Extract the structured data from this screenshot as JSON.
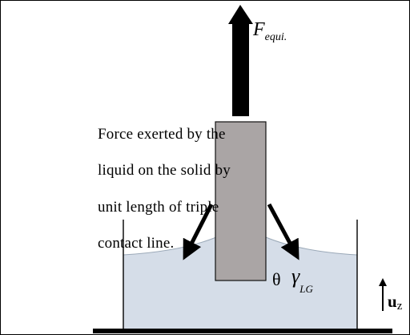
{
  "caption": {
    "line1": "Force exerted by the",
    "line2": "liquid on the solid by",
    "line3": "unit length of triple",
    "line4": "contact line."
  },
  "labels": {
    "force_main": "F",
    "force_sub": "equi.",
    "theta": "θ",
    "gamma_main": "γ",
    "gamma_sub": "LG",
    "axis_main": "u",
    "axis_sub": "z"
  },
  "colors": {
    "liquid": "#d5dde8",
    "liquid_edge": "#9aa8b7",
    "solid": "#aaa5a5",
    "solid_edge": "#111111",
    "arrow": "#000000"
  }
}
